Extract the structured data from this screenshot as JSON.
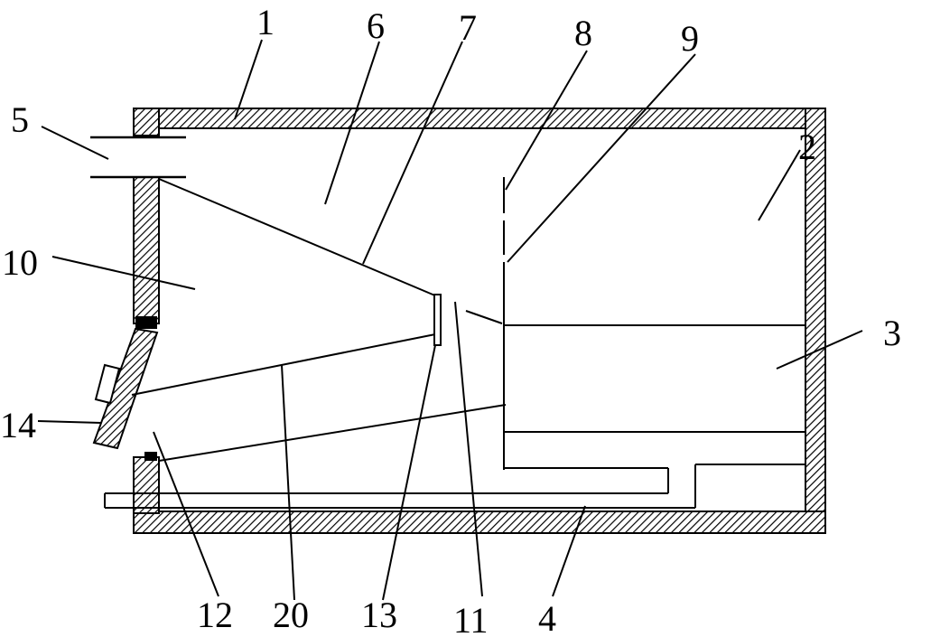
{
  "labels": {
    "l1": "1",
    "l2": "2",
    "l3": "3",
    "l4": "4",
    "l5": "5",
    "l6": "6",
    "l7": "7",
    "l8": "8",
    "l9": "9",
    "l10": "10",
    "l11": "11",
    "l12": "12",
    "l13": "13",
    "l14": "14",
    "l20": "20"
  },
  "colors": {
    "ink": "#000000",
    "hatch": "#000000",
    "background": "#ffffff"
  }
}
